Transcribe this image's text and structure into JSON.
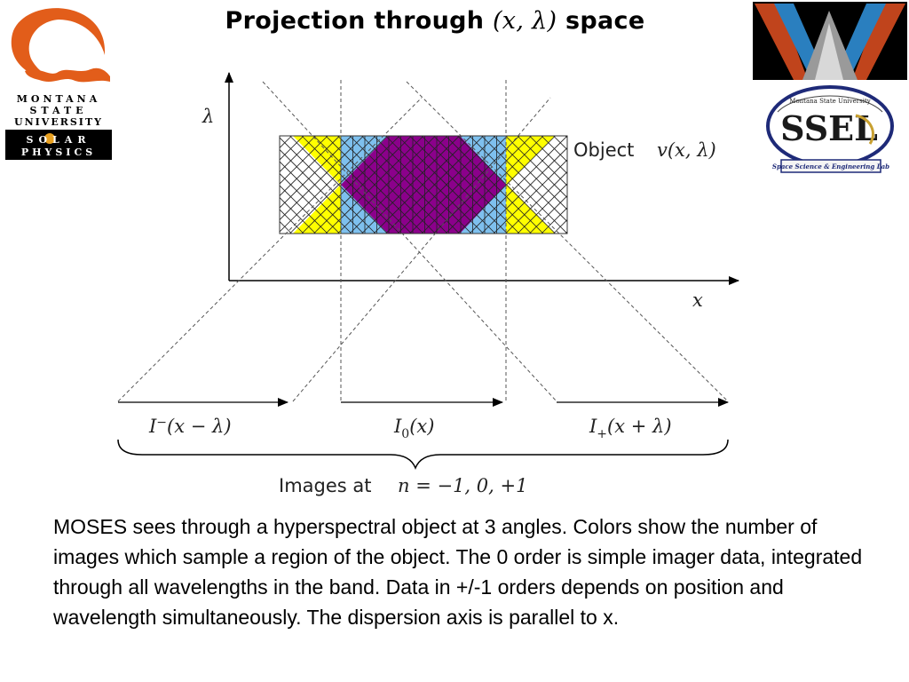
{
  "slide": {
    "title_prefix": "Projection through",
    "title_math": "(x, λ)",
    "title_suffix": "space"
  },
  "msu_logo": {
    "line1": "MONTANA",
    "line2": "STATE",
    "line3": "UNIVERSITY",
    "line4": "SOLAR",
    "line5": "PHYSICS"
  },
  "ssel_logo": {
    "arc_text": "Montana State University",
    "main_text": "SSEL",
    "subtitle": "Space Science & Engineering Lab"
  },
  "diagram": {
    "axis_y_label": "λ",
    "axis_x_label": "x",
    "object_label": "Object",
    "object_math": "v(x, λ)",
    "image_minus_label": "I",
    "image_minus_sub": "−",
    "image_minus_arg": "(x − λ)",
    "image_zero_label": "I",
    "image_zero_sub": "0",
    "image_zero_arg": "(x)",
    "image_plus_label": "I",
    "image_plus_sub": "+",
    "image_plus_arg": "(x + λ)",
    "images_label": "Images at",
    "images_math": "n = −1, 0, +1",
    "colors": {
      "one_image": "#ffff00",
      "two_images": "#7ec0ee",
      "three_images": "#8b008b"
    }
  },
  "caption": "MOSES sees through a hyperspectral object at 3 angles.  Colors show the number of images which sample a region of the object.  The 0 order is simple imager data, integrated through all wavelengths in the band.  Data in +/-1 orders depends on position and wavelength simultaneously.  The dispersion axis is parallel to x."
}
